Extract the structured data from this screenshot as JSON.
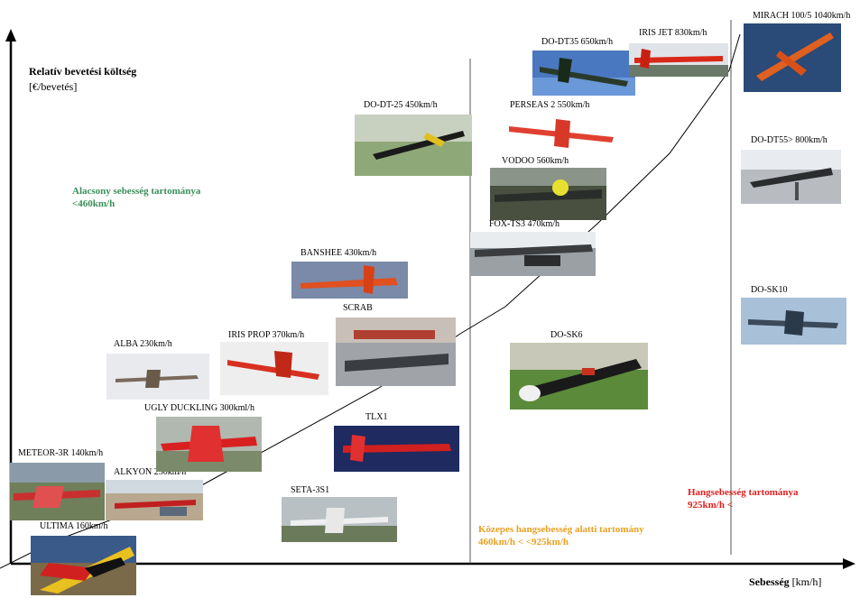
{
  "y_axis": {
    "title": "Relatív bevetési költség",
    "unit": "[€/bevetés]"
  },
  "x_axis": {
    "title": "Sebesség",
    "unit": "[km/h]"
  },
  "zones": {
    "low": {
      "line1": "Alacsony sebesség tartománya",
      "line2": "<460km/h",
      "color": "#3a8f5a"
    },
    "subsonic": {
      "line1": "Közepes hangsebesség alatti tartomány",
      "line2": "460km/h < <925km/h",
      "color": "#e8a020"
    },
    "sonic": {
      "line1": "Hangsebesség tartománya",
      "line2": "925km/h <",
      "color": "#e02020"
    }
  },
  "drones": {
    "ultima": "ULTIMA 160km/h",
    "meteor": "METEOR-3R 140km/h",
    "alkyon": "ALKYON 250km/h",
    "ugly": "UGLY DUCKLING 300kml/h",
    "alba": "ALBA 230km/h",
    "irisprop": "IRIS PROP 370km/h",
    "scrab": "SCRAB",
    "banshee": "BANSHEE 430km/h",
    "tlx1": "TLX1",
    "seta": "SETA-3S1",
    "dodt25": "DO-DT-25 450km/h",
    "foxts3": "FOX-TS3 470km/h",
    "vodoo": "VODOO 560km/h",
    "perseas": "PERSEAS 2 550km/h",
    "dodt35": "DO-DT35 650km/h",
    "irisjet": "IRIS JET 830km/h",
    "dosk6": "DO-SK6",
    "mirach": "MIRACH 100/5 1040km/h",
    "dodt55": "DO-DT55> 800km/h",
    "dosk10": "DO-SK10"
  }
}
